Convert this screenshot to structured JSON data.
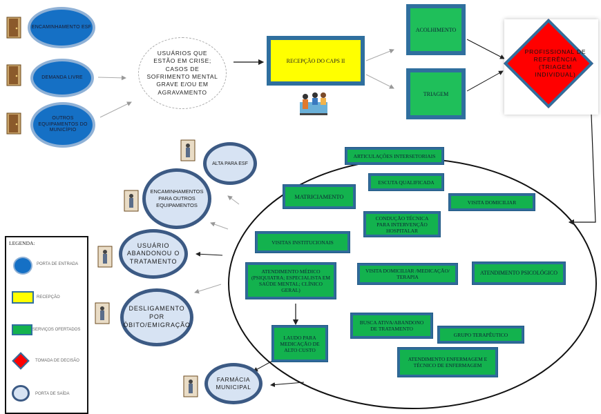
{
  "entry_points": [
    {
      "label": "ENCAMINHAMENTO ESF"
    },
    {
      "label": "DEMANDA LIVRE"
    },
    {
      "label": "OUTROS EQUIPAMENTOS DO MUNICÍPIO"
    }
  ],
  "target_group": {
    "label": "USUÁRIOS QUE ESTÃO EM CRISE; CASOS DE SOFRIMENTO MENTAL GRAVE E/OU EM AGRAVAMENTO"
  },
  "reception": {
    "label": "RECEPÇÃO DO CAPS II"
  },
  "acolhimento": {
    "label": "ACOLHIMENTO"
  },
  "triagem": {
    "label": "TRIAGEM"
  },
  "decision": {
    "label": "PROFISSIONAL DE REFERÊNCIA (TRIAGEM INDIVIDUAL)"
  },
  "services": {
    "articulacoes": "ARTICULAÇÕES INTERSETORIAIS",
    "escuta": "ESCUTA QUALIFICADA",
    "matriciamento": "MATRICIAMENTO",
    "visita_domiciliar": "VISITA DOMICILIAR",
    "conducao": "CONDUÇÃO TÉCNICA PARA INTERVENÇÃO HOSPITALAR",
    "visitas_institucionais": "VISITAS INSTITUCIONAIS",
    "atendimento_medico": "ATENDIMENTO MÉDICO (PSIQUIATRA; ESPECIALISTA EM SAÚDE MENTAL; CLÍNICO GERAL)",
    "visita_medicacao": "VISITA DOMICILIAR /MEDICAÇÃO/ TERAPIA",
    "atendimento_psicologico": "ATENDIMENTO PSICOLÓGICO",
    "busca_ativa": "BUSCA ATIVA/ABANDONO DE TRATAMENTO",
    "laudo": "LAUDO PARA MEDICAÇÃO DE ALTO CUSTO",
    "grupo": "GRUPO TERAPÊUTICO",
    "enfermagem": "ATENDIMENTO ENFERMAGEM E TÉCNICO DE ENFERMAGEM"
  },
  "exits": {
    "alta": "ALTA PARA ESF",
    "encaminhamentos": "ENCAMINHAMENTOS PARA OUTROS EQUIPAMENTOS",
    "abandono": "USUÁRIO ABANDONOU O TRATAMENTO",
    "desligamento": "DESLIGAMENTO POR ÓBITO/EMIGRAÇÃO",
    "farmacia": "FARMÁCIA MUNICIPAL"
  },
  "legend": {
    "title": "LEGENDA:",
    "items": [
      {
        "label": "PORTA DE ENTRADA"
      },
      {
        "label": "RECEPÇÃO"
      },
      {
        "label": "SERVIÇOS OFERTADOS"
      },
      {
        "label": "TOMADA DE DECISÃO"
      },
      {
        "label": "PORTA DE SAÍDA"
      }
    ]
  },
  "colors": {
    "entry": "#1570c5",
    "reception": "#ffff00",
    "service": "#13b24e",
    "decision": "#ff0000",
    "exit": "#d7e3f3"
  }
}
